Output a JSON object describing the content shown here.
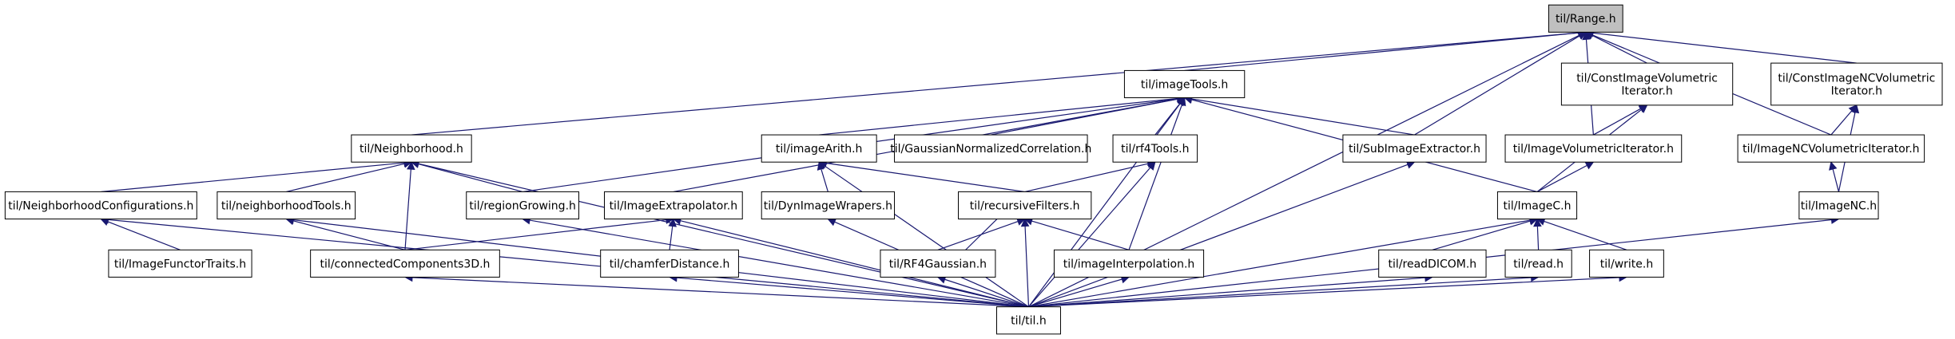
{
  "graph": {
    "nodes": [
      {
        "id": "range",
        "lines": [
          "til/Range.h"
        ]
      },
      {
        "id": "imagetools",
        "lines": [
          "til/imageTools.h"
        ]
      },
      {
        "id": "constimagevol",
        "lines": [
          "til/ConstImageVolumetric",
          "Iterator.h"
        ]
      },
      {
        "id": "constimagencvol",
        "lines": [
          "til/ConstImageNCVolumetric",
          "Iterator.h"
        ]
      },
      {
        "id": "neighborhood",
        "lines": [
          "til/Neighborhood.h"
        ]
      },
      {
        "id": "imagearith",
        "lines": [
          "til/imageArith.h"
        ]
      },
      {
        "id": "gaussnorm",
        "lines": [
          "til/GaussianNormalizedCorrelation.h"
        ]
      },
      {
        "id": "rf4tools",
        "lines": [
          "til/rf4Tools.h"
        ]
      },
      {
        "id": "subimage",
        "lines": [
          "til/SubImageExtractor.h"
        ]
      },
      {
        "id": "imagevoliter",
        "lines": [
          "til/ImageVolumetricIterator.h"
        ]
      },
      {
        "id": "imagencvoliter",
        "lines": [
          "til/ImageNCVolumetricIterator.h"
        ]
      },
      {
        "id": "neighconfig",
        "lines": [
          "til/NeighborhoodConfigurations.h"
        ]
      },
      {
        "id": "neightools",
        "lines": [
          "til/neighborhoodTools.h"
        ]
      },
      {
        "id": "regiongrowing",
        "lines": [
          "til/regionGrowing.h"
        ]
      },
      {
        "id": "imageextrap",
        "lines": [
          "til/ImageExtrapolator.h"
        ]
      },
      {
        "id": "dynimage",
        "lines": [
          "til/DynImageWrapers.h"
        ]
      },
      {
        "id": "recursive",
        "lines": [
          "til/recursiveFilters.h"
        ]
      },
      {
        "id": "imagec",
        "lines": [
          "til/ImageC.h"
        ]
      },
      {
        "id": "imagenc",
        "lines": [
          "til/ImageNC.h"
        ]
      },
      {
        "id": "imagefunctor",
        "lines": [
          "til/ImageFunctorTraits.h"
        ]
      },
      {
        "id": "connected",
        "lines": [
          "til/connectedComponents3D.h"
        ]
      },
      {
        "id": "chamfer",
        "lines": [
          "til/chamferDistance.h"
        ]
      },
      {
        "id": "rf4gauss",
        "lines": [
          "til/RF4Gaussian.h"
        ]
      },
      {
        "id": "imageinterp",
        "lines": [
          "til/imageInterpolation.h"
        ]
      },
      {
        "id": "readdicom",
        "lines": [
          "til/readDICOM.h"
        ]
      },
      {
        "id": "read",
        "lines": [
          "til/read.h"
        ]
      },
      {
        "id": "write",
        "lines": [
          "til/write.h"
        ]
      },
      {
        "id": "til",
        "lines": [
          "til/til.h"
        ]
      }
    ],
    "edges": [
      {
        "from": "imagetools",
        "to": "range"
      },
      {
        "from": "constimagevol",
        "to": "range"
      },
      {
        "from": "constimagencvol",
        "to": "range"
      },
      {
        "from": "neighborhood",
        "to": "range"
      },
      {
        "from": "subimage",
        "to": "range"
      },
      {
        "from": "imagevoliter",
        "to": "range"
      },
      {
        "from": "imagencvoliter",
        "to": "range"
      },
      {
        "from": "til",
        "to": "range"
      },
      {
        "from": "imagearith",
        "to": "imagetools"
      },
      {
        "from": "gaussnorm",
        "to": "imagetools"
      },
      {
        "from": "rf4tools",
        "to": "imagetools"
      },
      {
        "from": "subimage",
        "to": "imagetools"
      },
      {
        "from": "regiongrowing",
        "to": "imagetools"
      },
      {
        "from": "imageextrap",
        "to": "imagetools"
      },
      {
        "from": "imageinterp",
        "to": "imagetools"
      },
      {
        "from": "imagec",
        "to": "imagetools"
      },
      {
        "from": "til",
        "to": "imagetools"
      },
      {
        "from": "imagevoliter",
        "to": "constimagevol"
      },
      {
        "from": "imagec",
        "to": "constimagevol"
      },
      {
        "from": "imagencvoliter",
        "to": "constimagencvol"
      },
      {
        "from": "imagenc",
        "to": "constimagencvol"
      },
      {
        "from": "neighconfig",
        "to": "neighborhood"
      },
      {
        "from": "neightools",
        "to": "neighborhood"
      },
      {
        "from": "regiongrowing",
        "to": "neighborhood"
      },
      {
        "from": "connected",
        "to": "neighborhood"
      },
      {
        "from": "til",
        "to": "neighborhood"
      },
      {
        "from": "dynimage",
        "to": "imagearith"
      },
      {
        "from": "recursive",
        "to": "imagearith"
      },
      {
        "from": "til",
        "to": "imagearith"
      },
      {
        "from": "recursive",
        "to": "rf4tools"
      },
      {
        "from": "til",
        "to": "rf4tools"
      },
      {
        "from": "til",
        "to": "subimage"
      },
      {
        "from": "imagec",
        "to": "imagevoliter"
      },
      {
        "from": "imagenc",
        "to": "imagencvoliter"
      },
      {
        "from": "imagefunctor",
        "to": "neighconfig"
      },
      {
        "from": "til",
        "to": "neighconfig"
      },
      {
        "from": "connected",
        "to": "neightools"
      },
      {
        "from": "til",
        "to": "neightools"
      },
      {
        "from": "til",
        "to": "regiongrowing"
      },
      {
        "from": "connected",
        "to": "imageextrap"
      },
      {
        "from": "chamfer",
        "to": "imageextrap"
      },
      {
        "from": "til",
        "to": "imageextrap"
      },
      {
        "from": "til",
        "to": "dynimage"
      },
      {
        "from": "rf4gauss",
        "to": "recursive"
      },
      {
        "from": "imageinterp",
        "to": "recursive"
      },
      {
        "from": "til",
        "to": "recursive"
      },
      {
        "from": "recursive",
        "to": "rf4gauss"
      },
      {
        "from": "readdicom",
        "to": "imagec"
      },
      {
        "from": "read",
        "to": "imagec"
      },
      {
        "from": "write",
        "to": "imagec"
      },
      {
        "from": "til",
        "to": "imagec"
      },
      {
        "from": "til",
        "to": "imagenc"
      },
      {
        "from": "til",
        "to": "connected"
      },
      {
        "from": "til",
        "to": "chamfer"
      },
      {
        "from": "til",
        "to": "rf4gauss"
      },
      {
        "from": "til",
        "to": "imageinterp"
      },
      {
        "from": "til",
        "to": "readdicom"
      },
      {
        "from": "til",
        "to": "read"
      },
      {
        "from": "til",
        "to": "write"
      }
    ]
  },
  "colors": {
    "edge": "#191970",
    "root_fill": "#bfbfbf",
    "node_fill": "#ffffff",
    "node_stroke": "#000000"
  }
}
